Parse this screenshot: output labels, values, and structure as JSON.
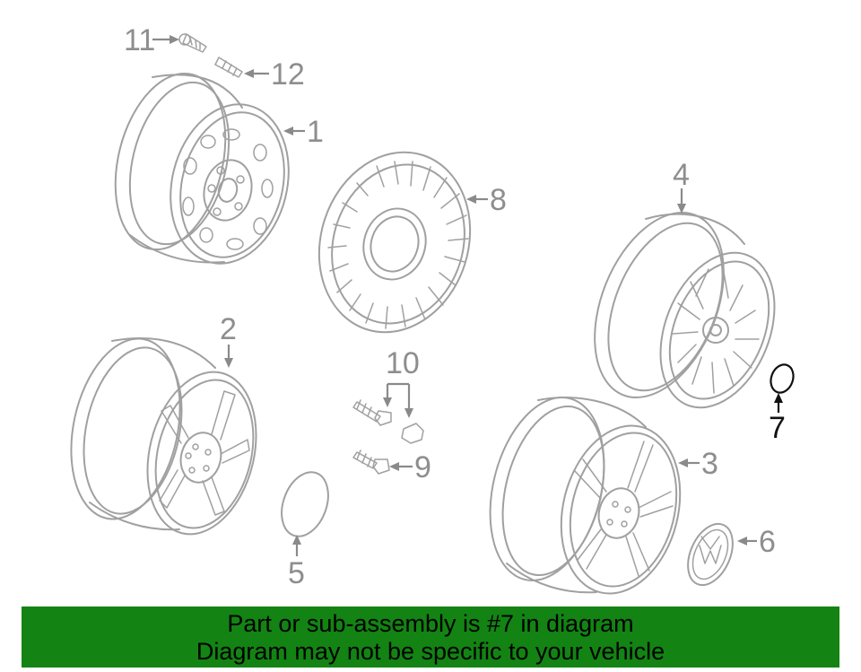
{
  "callouts": {
    "p1": "1",
    "p2": "2",
    "p3": "3",
    "p4": "4",
    "p5": "5",
    "p6": "6",
    "p7": "7",
    "p8": "8",
    "p9": "9",
    "p10": "10",
    "p11": "11",
    "p12": "12"
  },
  "highlighted_part": "7",
  "colors": {
    "banner": "#138313",
    "highlight": "#111111",
    "parts": "#a0a0a0"
  },
  "banner": {
    "line1": "Part or sub-assembly is #7 in diagram",
    "line2": "Diagram may not be specific to your vehicle"
  }
}
